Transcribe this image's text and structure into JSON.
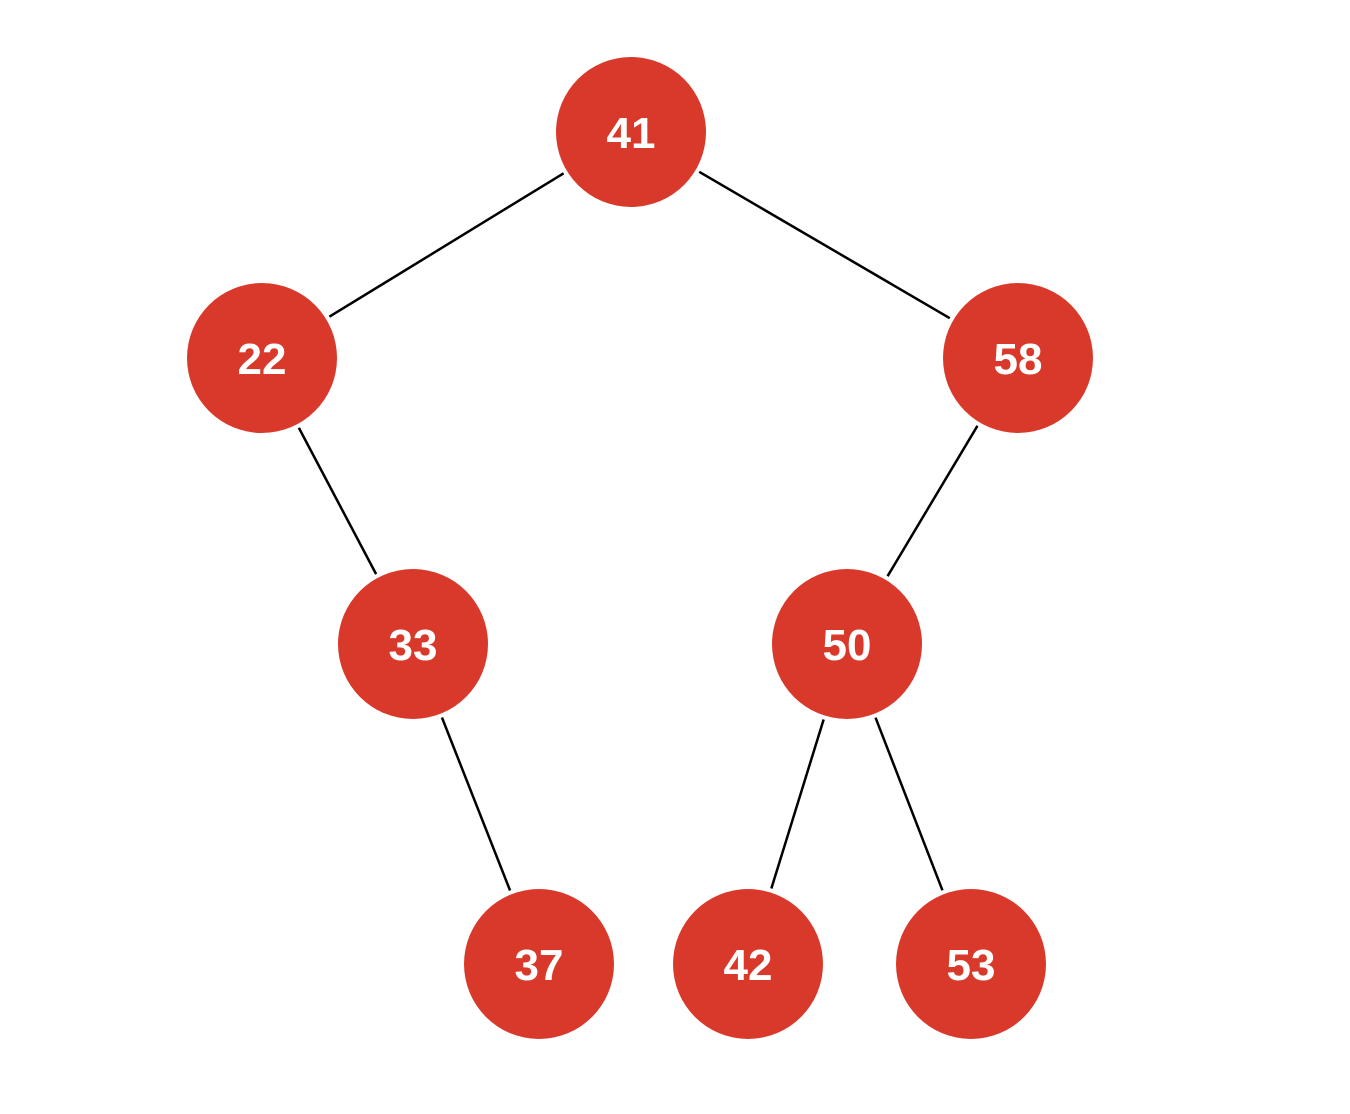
{
  "tree": {
    "node_color": "#d9392a",
    "label_color": "#ffffff",
    "edge_color": "#000000",
    "nodes": [
      {
        "id": "n41",
        "label": "41"
      },
      {
        "id": "n22",
        "label": "22"
      },
      {
        "id": "n58",
        "label": "58"
      },
      {
        "id": "n33",
        "label": "33"
      },
      {
        "id": "n50",
        "label": "50"
      },
      {
        "id": "n37",
        "label": "37"
      },
      {
        "id": "n42",
        "label": "42"
      },
      {
        "id": "n53",
        "label": "53"
      }
    ],
    "edges": [
      {
        "from": "n41",
        "to": "n22"
      },
      {
        "from": "n41",
        "to": "n58"
      },
      {
        "from": "n22",
        "to": "n33"
      },
      {
        "from": "n33",
        "to": "n37"
      },
      {
        "from": "n58",
        "to": "n50"
      },
      {
        "from": "n50",
        "to": "n42"
      },
      {
        "from": "n50",
        "to": "n53"
      }
    ]
  }
}
